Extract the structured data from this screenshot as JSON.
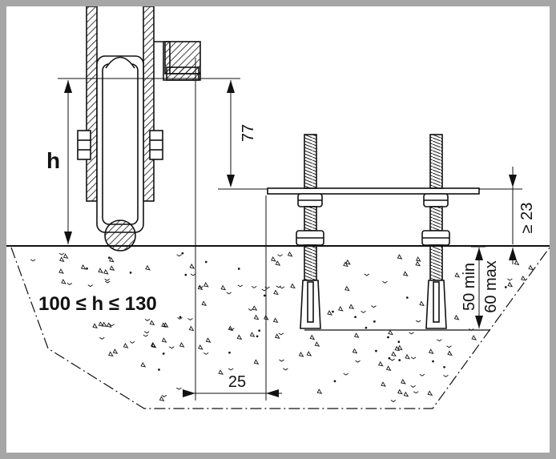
{
  "diagram": {
    "labels": {
      "h": "h",
      "range": "100 ≤ h ≤ 130",
      "dim_77": "77",
      "dim_min_gap": "≥ 23",
      "dim_25": "25",
      "dim_50_min": "50 min",
      "dim_60_max": "60 max"
    },
    "colors": {
      "frame": "#a6a6a6",
      "line": "#111111",
      "background": "#ffffff"
    }
  }
}
